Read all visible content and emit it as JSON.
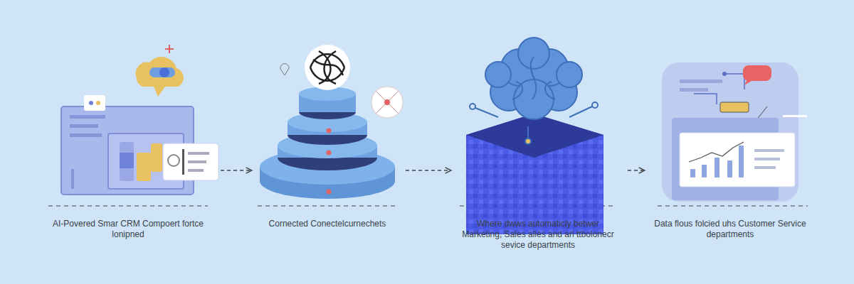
{
  "diagram": {
    "nodes": [
      {
        "text": [
          "AI-Povered Smar CRM Compoert fortce lonipned"
        ]
      },
      {
        "text": [
          "Cornected Conectelcurnechets"
        ]
      },
      {
        "text": [
          "Where dwws automaticly betwer Marketing, Sales alles and arl ttbolonecr sevice departments"
        ]
      },
      {
        "text": [
          "Data flous folcied uhs Customer Service departments"
        ]
      }
    ],
    "edges": [
      {
        "from": 0,
        "to": 1,
        "arrow": "to"
      },
      {
        "from": 1,
        "to": 2,
        "arrow": "to"
      },
      {
        "from": 2,
        "to": 3,
        "arrow": "to"
      }
    ]
  }
}
